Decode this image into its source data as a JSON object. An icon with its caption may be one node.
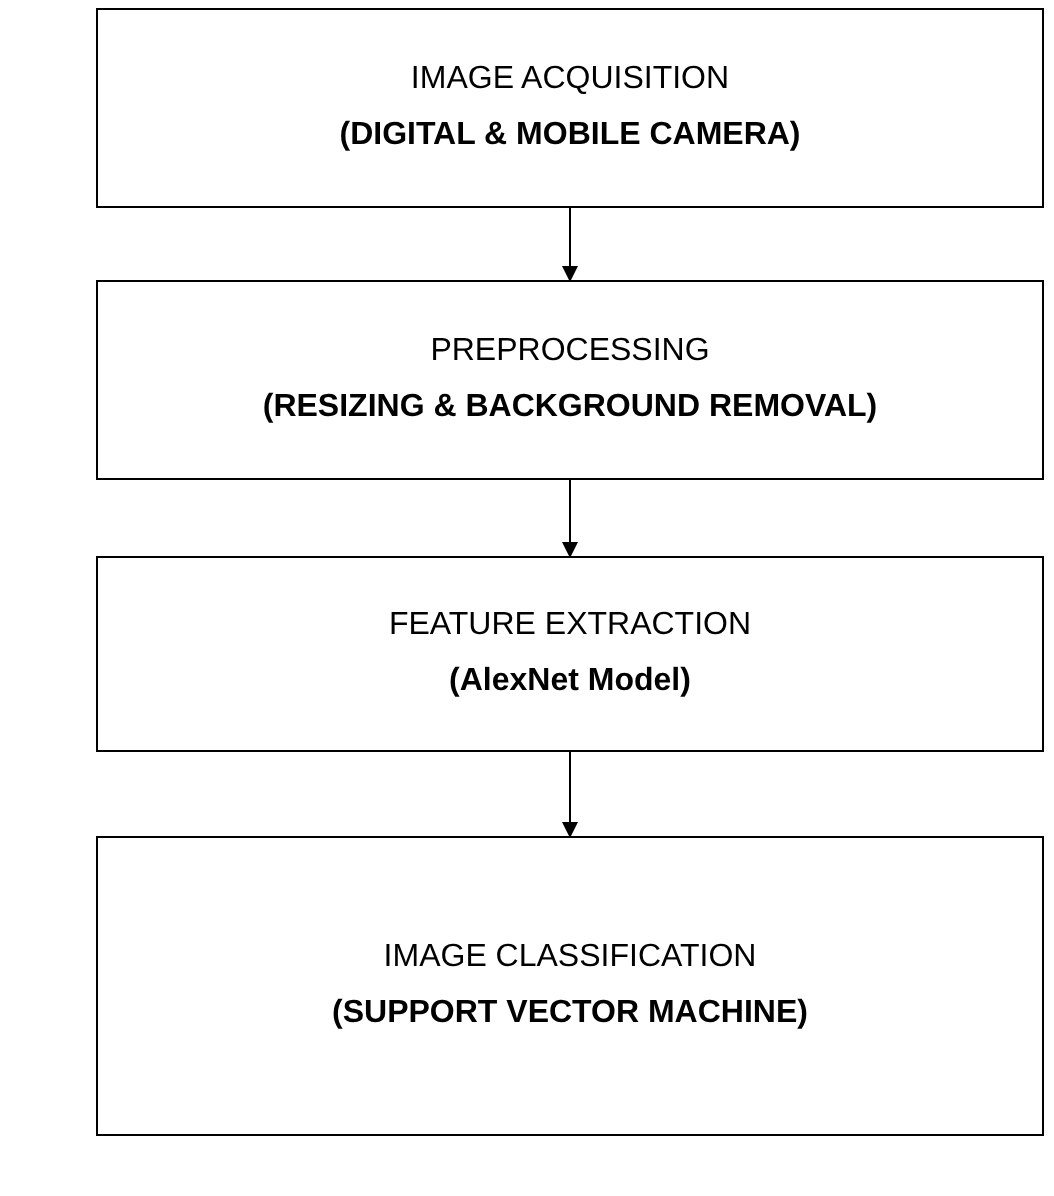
{
  "diagram": {
    "nodes": [
      {
        "text": [
          "IMAGE ACQUISITION",
          "(DIGITAL & MOBILE CAMERA)"
        ]
      },
      {
        "text": [
          "PREPROCESSING",
          "(RESIZING & BACKGROUND REMOVAL)"
        ]
      },
      {
        "text": [
          "FEATURE EXTRACTION",
          "(AlexNet Model)"
        ]
      },
      {
        "text": [
          "IMAGE CLASSIFICATION",
          "(SUPPORT VECTOR MACHINE)"
        ]
      }
    ],
    "edges": [
      {
        "from": 0,
        "to": 1,
        "arrow": "to"
      },
      {
        "from": 1,
        "to": 2,
        "arrow": "to"
      },
      {
        "from": 2,
        "to": 3,
        "arrow": "to"
      }
    ]
  }
}
